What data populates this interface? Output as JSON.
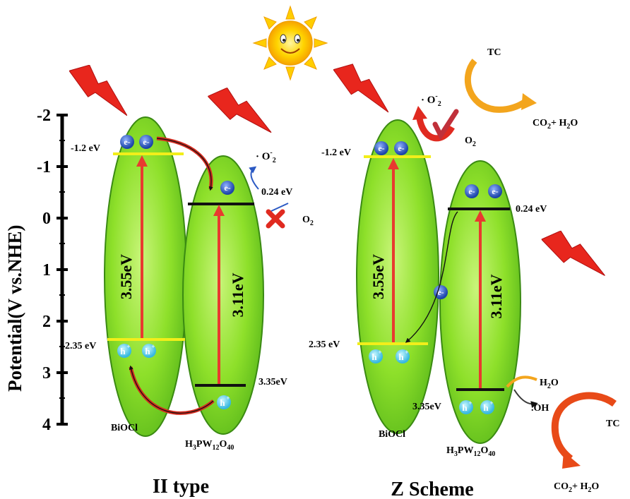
{
  "axis": {
    "label": "Potential(V vs.NHE)",
    "ticks": [
      "-2",
      "-1",
      "0",
      "1",
      "2",
      "3",
      "4"
    ]
  },
  "left_panel": {
    "caption": "II type",
    "biocl": {
      "name": "BiOCl",
      "cb_label": "-1.2 eV",
      "vb_label": "2.35 eV",
      "gap_label": "3.55eV"
    },
    "hpw": {
      "name_main": "H",
      "name_sub1": "3",
      "name_mid": "PW",
      "name_sub2": "12",
      "name_o": "O",
      "name_sub3": "40",
      "cb_label": "0.24 eV",
      "vb_label": "3.35eV",
      "gap_label": "3.11eV"
    },
    "radical": "· O",
    "radical_sup": "-",
    "radical_sub": "2",
    "o2": "O",
    "o2_sub": "2"
  },
  "right_panel": {
    "caption": "Z  Scheme",
    "biocl": {
      "name": "BiOCl",
      "cb_label": "-1.2 eV",
      "vb_label": "2.35 eV",
      "gap_label": "3.55eV"
    },
    "hpw": {
      "name_main": "H",
      "name_sub1": "3",
      "name_mid": "PW",
      "name_sub2": "12",
      "name_o": "O",
      "name_sub3": "40",
      "cb_label": "0.24 eV",
      "vb_label": "3.35eV",
      "gap_label": "3.11eV"
    },
    "radical": "· O",
    "radical_sup": "-",
    "radical_sub": "2",
    "o2": "O",
    "o2_sub": "2",
    "tc_top": "TC",
    "product_top": "CO",
    "product_top_sub": "2",
    "product_top_tail": "+ H",
    "product_top_sub2": "2",
    "product_top_end": "O",
    "h2o_main": "H",
    "h2o_sub": "2",
    "h2o_end": "O",
    "oh": ".OH",
    "tc_bottom": "TC",
    "product_bottom": "CO",
    "product_bottom_sub": "2",
    "product_bottom_tail": "+ H",
    "product_bottom_sub2": "2",
    "product_bottom_end": "O"
  },
  "carriers": {
    "electron": "e-",
    "hole": "h",
    "hole_sup": "+"
  },
  "colors": {
    "ellipse_green": "#8ee02a",
    "ellipse_light": "#c9f57a",
    "band_yellow": "#f2ee1a",
    "arrow_red": "#e83a2f",
    "arrow_orange": "#f3a51d",
    "lightning": "#e8261d",
    "electron_blue": "#2b59c3",
    "hole_cyan": "#5ad8f0"
  }
}
